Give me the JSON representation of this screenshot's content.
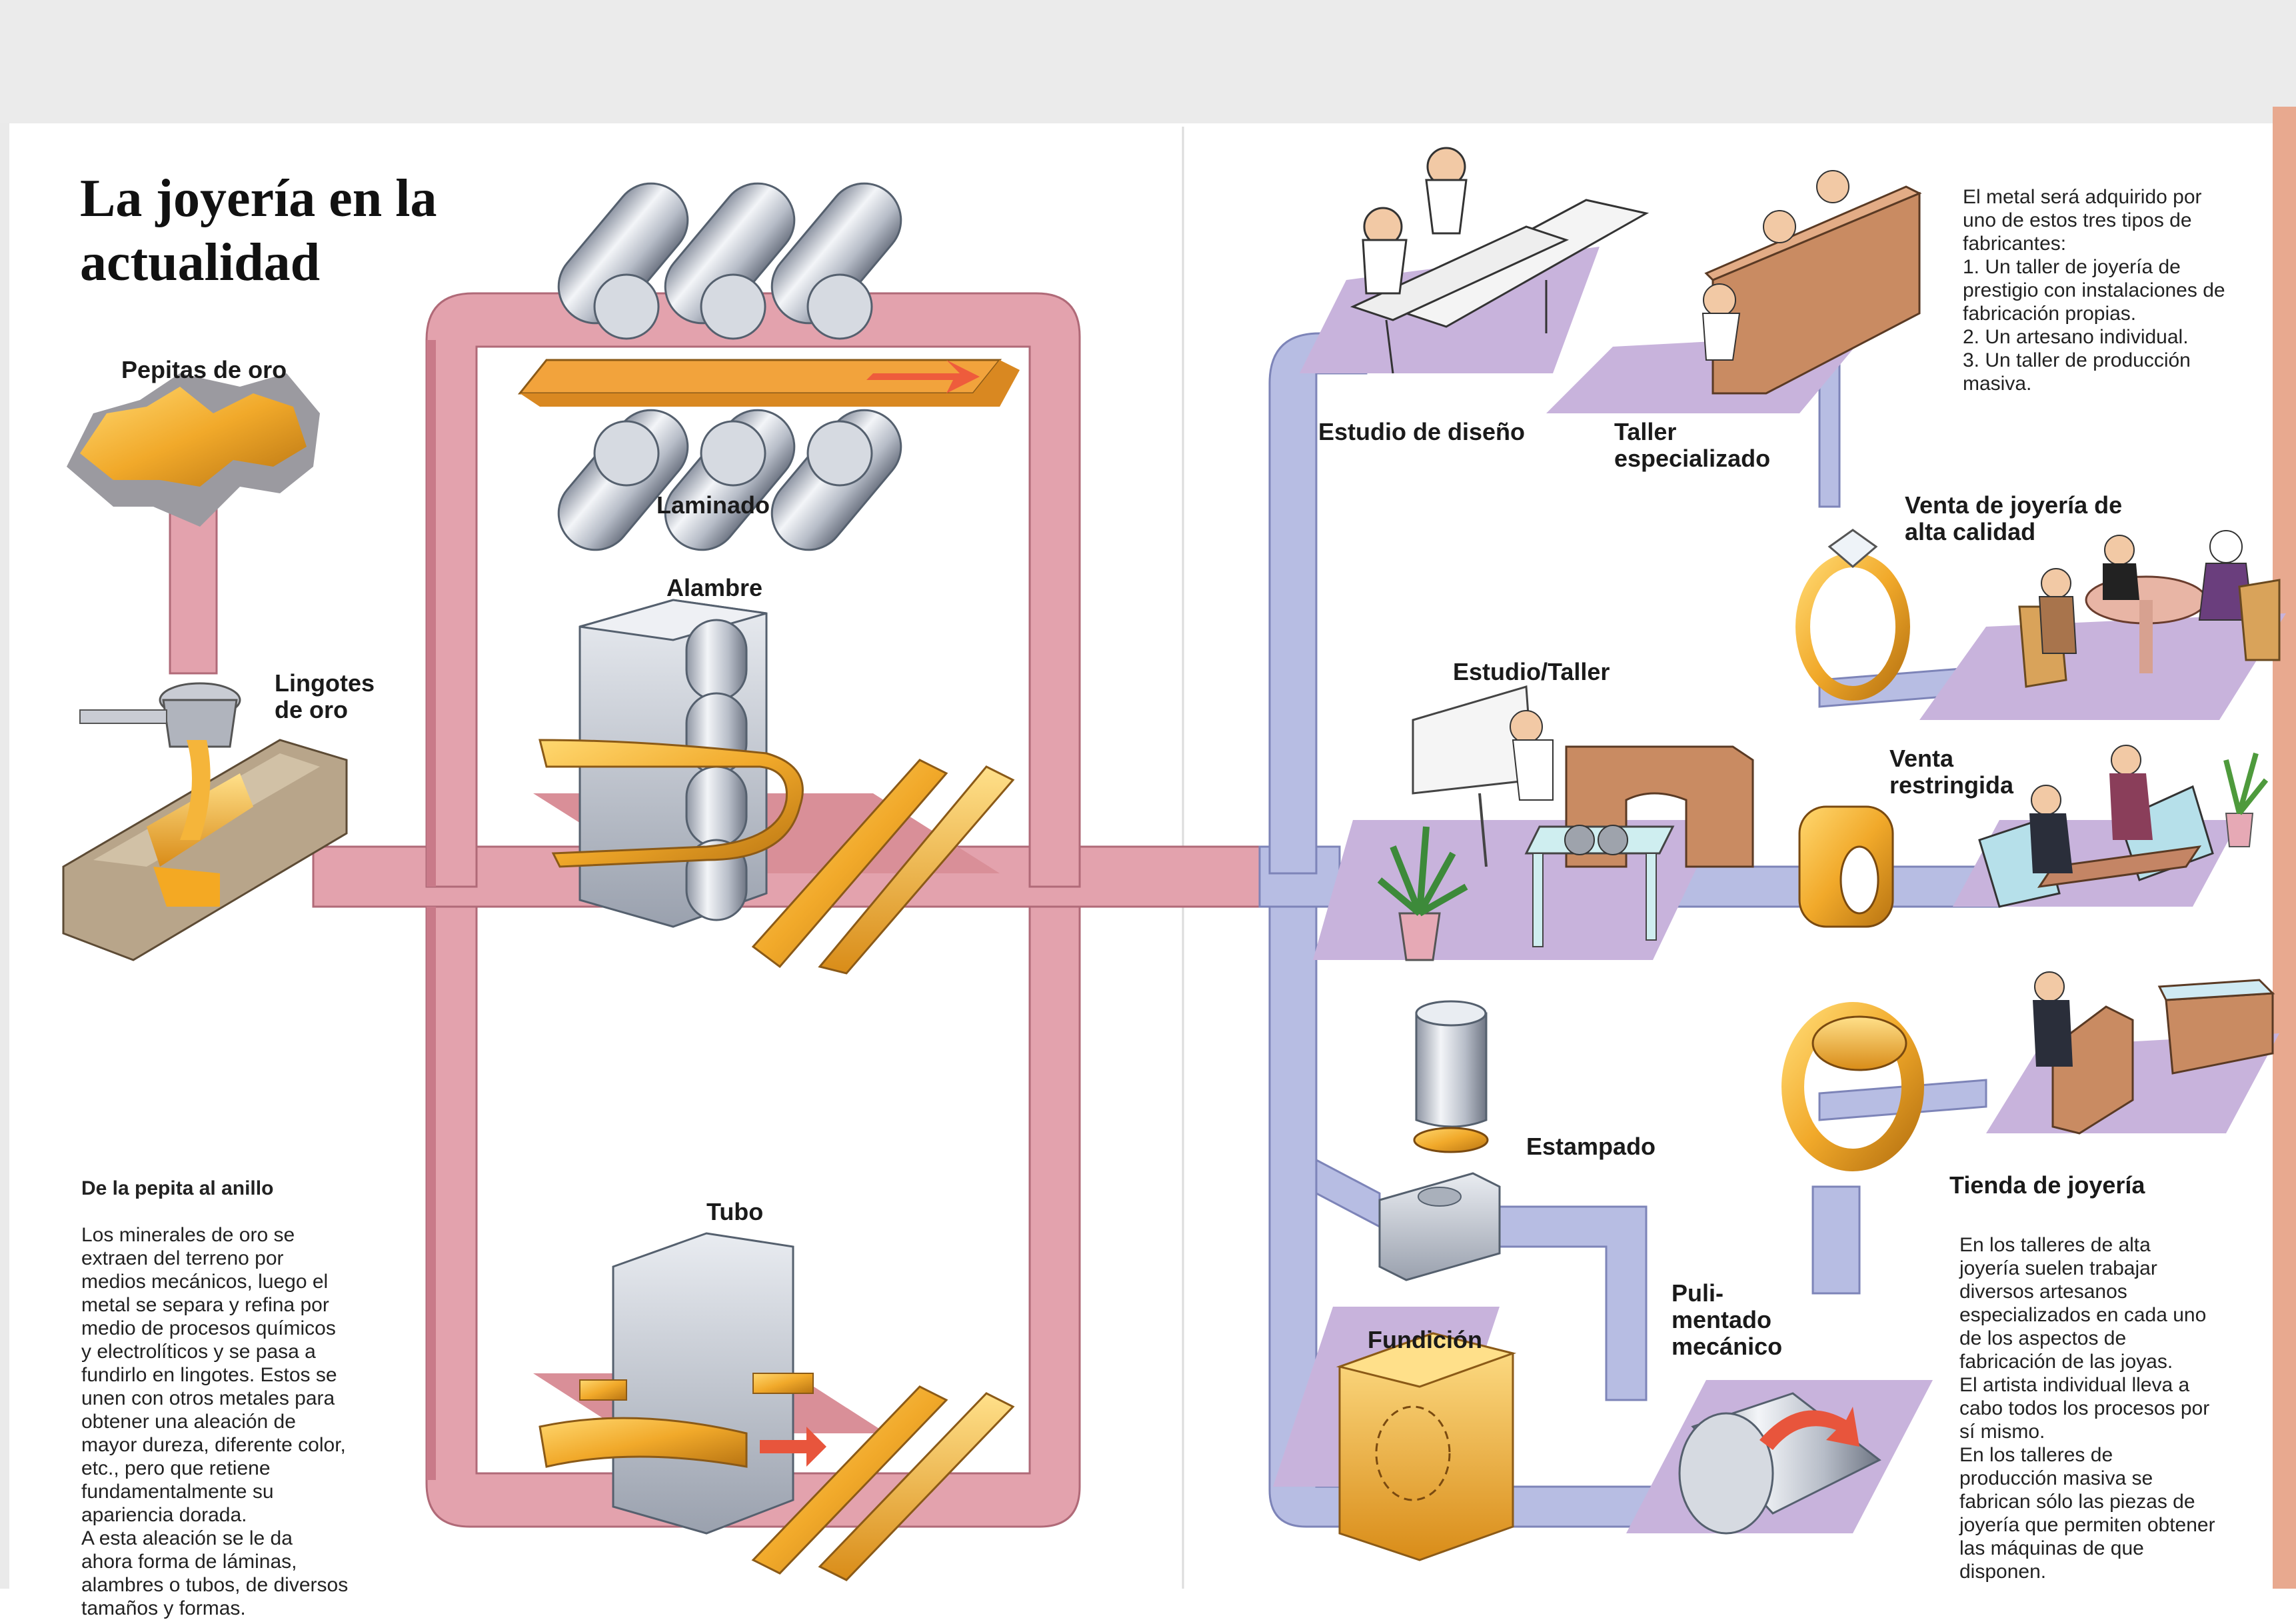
{
  "title": "La joyería en la\nactualidad",
  "colors": {
    "pink_flow": "#e0a0aa",
    "blue_flow": "#b6bce2",
    "gold": "#f1b42f",
    "steel": "#c8cdd6",
    "floor": "#c9b4dc"
  },
  "labels": {
    "pepitas": "Pepitas de oro",
    "lingotes": "Lingotes\nde oro",
    "laminado": "Laminado",
    "alambre": "Alambre",
    "tubo": "Tubo",
    "estudio_diseno": "Estudio de diseño",
    "taller_especializado": "Taller\nespecializado",
    "venta_alta": "Venta de joyería de\nalta calidad",
    "estudio_taller": "Estudio/Taller",
    "venta_restringida": "Venta\nrestringida",
    "estampado": "Estampado",
    "tienda": "Tienda de joyería",
    "fundicion": "Fundición",
    "pulimentado": "Puli-\nmentado\nmecánico"
  },
  "texts": {
    "intro_heading": "De la pepita al anillo",
    "intro_body": "Los minerales de oro se\nextraen del terreno por\nmedios mecánicos, luego el\nmetal se separa y refina por\nmedio de procesos químicos\ny electrolíticos y se pasa a\nfundirlo en lingotes. Estos se\nunen con otros metales para\nobtener una aleación de\nmayor dureza, diferente color,\netc., pero que retiene\nfundamentalmente su\napariencia dorada.\n   A esta aleación se le da\nahora forma de láminas,\nalambres o tubos, de diversos\ntamaños y formas.",
    "fabricantes": "   El metal será adquirido por\nuno de estos tres tipos de\nfabricantes:\n1. Un taller de joyería de\nprestigio con instalaciones de\nfabricación propias.\n2. Un artesano individual.\n3. Un taller de producción\nmasiva.",
    "talleres": "   En los talleres de alta\njoyería suelen trabajar\ndiversos artesanos\nespecializados en cada uno\nde los aspectos de\nfabricación de las joyas.\n   El artista individual lleva a\ncabo todos los procesos por\nsí mismo.\n   En los talleres de\nproducción masiva se\nfabrican sólo las piezas de\njoyería que permiten obtener\nlas máquinas de que\ndisponen."
  }
}
